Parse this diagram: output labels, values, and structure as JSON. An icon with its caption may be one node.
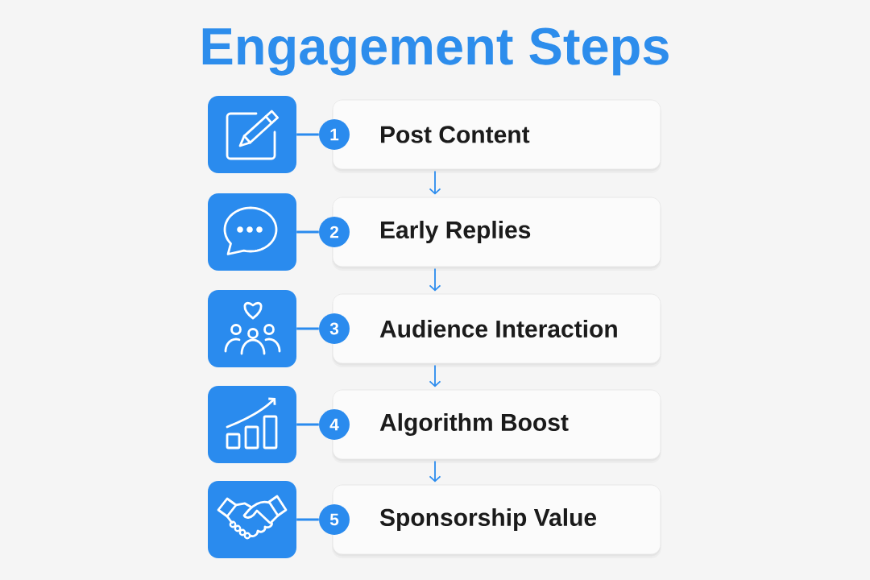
{
  "diagram": {
    "title": "Engagement Steps",
    "nodes": [
      {
        "text": [],
        "shape": "box"
      },
      {
        "text": [
          "1"
        ]
      },
      {
        "text": [
          "Post Content"
        ]
      },
      {
        "text": [],
        "shape": "box"
      },
      {
        "text": [
          "2"
        ]
      },
      {
        "text": [
          "Early Replies"
        ]
      },
      {
        "text": [],
        "shape": "box"
      },
      {
        "text": [
          "3"
        ]
      },
      {
        "text": [
          "Audience Interaction"
        ]
      },
      {
        "text": [],
        "shape": "box"
      },
      {
        "text": [
          "4"
        ]
      },
      {
        "text": [
          "Algorithm Boost"
        ]
      },
      {
        "text": [],
        "shape": "box"
      },
      {
        "text": [
          "5"
        ]
      },
      {
        "text": [
          "Sponsorship Value"
        ]
      }
    ],
    "edges": [
      {
        "from": 0,
        "to": 1,
        "arrow": "none"
      },
      {
        "from": 2,
        "to": 5,
        "arrow": "to"
      },
      {
        "from": 3,
        "to": 4,
        "arrow": "none"
      },
      {
        "from": 5,
        "to": 8,
        "arrow": "to"
      },
      {
        "from": 6,
        "to": 7,
        "arrow": "none"
      },
      {
        "from": 8,
        "to": 11,
        "arrow": "to"
      },
      {
        "from": 9,
        "to": 10,
        "arrow": "none"
      },
      {
        "from": 11,
        "to": 14,
        "arrow": "to"
      },
      {
        "from": 12,
        "to": 13,
        "arrow": "none"
      }
    ]
  }
}
